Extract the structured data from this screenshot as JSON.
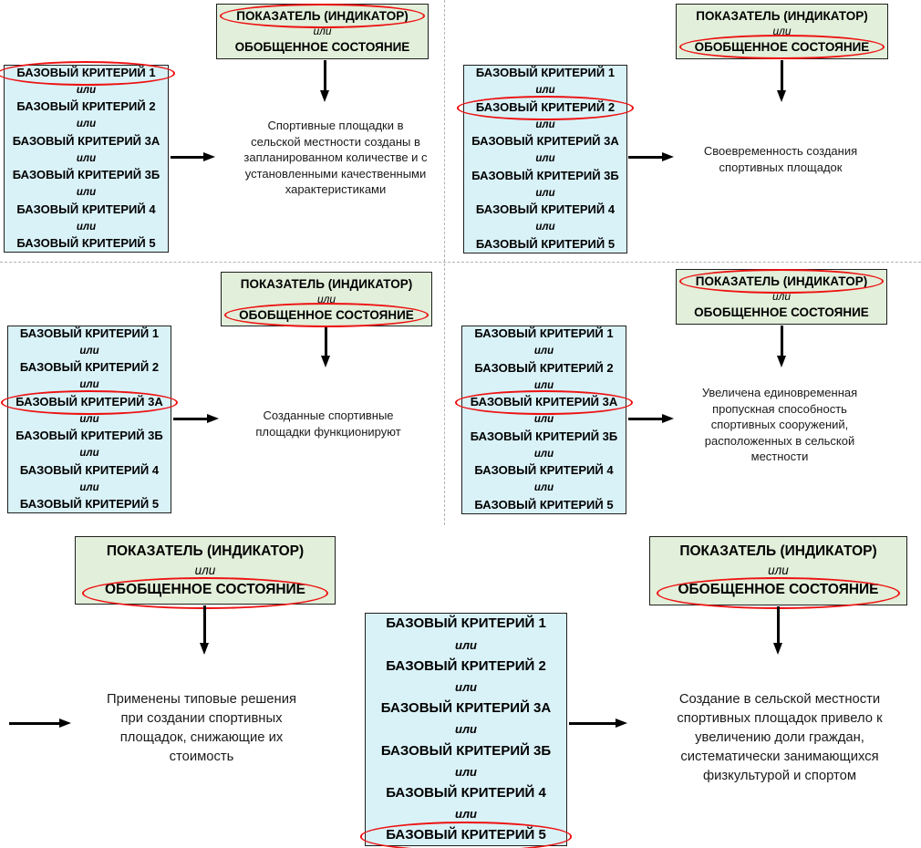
{
  "shared": {
    "or_label": "или",
    "header_box": {
      "indicator": "ПОКАЗАТЕЛЬ (ИНДИКАТОР)",
      "generalized_state": "ОБОБЩЕННОЕ СОСТОЯНИЕ"
    },
    "criteria": [
      "БАЗОВЫЙ КРИТЕРИЙ 1",
      "БАЗОВЫЙ КРИТЕРИЙ 2",
      "БАЗОВЫЙ КРИТЕРИЙ 3А",
      "БАЗОВЫЙ КРИТЕРИЙ 3Б",
      "БАЗОВЫЙ КРИТЕРИЙ 4",
      "БАЗОВЫЙ КРИТЕРИЙ 5"
    ]
  },
  "panels": {
    "top_left": {
      "circled_header": "ПОКАЗАТЕЛЬ (ИНДИКАТОР)",
      "circled_criterion": "БАЗОВЫЙ КРИТЕРИЙ 1",
      "result_lines": [
        "Спортивные площадки в",
        "сельской местности созданы в",
        "запланированном количестве и с",
        "установленными качественными",
        "характеристиками"
      ]
    },
    "top_right": {
      "circled_header": "ОБОБЩЕННОЕ СОСТОЯНИЕ",
      "circled_criterion": "БАЗОВЫЙ КРИТЕРИЙ 2",
      "result_lines": [
        "Своевременность создания",
        "спортивных площадок"
      ]
    },
    "middle_left": {
      "circled_header": "ОБОБЩЕННОЕ СОСТОЯНИЕ",
      "circled_criterion": "БАЗОВЫЙ КРИТЕРИЙ 3А",
      "result_lines": [
        "Созданные спортивные",
        "площадки функционируют"
      ]
    },
    "middle_right": {
      "circled_header": "ПОКАЗАТЕЛЬ (ИНДИКАТОР)",
      "circled_criterion": "БАЗОВЫЙ КРИТЕРИЙ 3А",
      "result_lines": [
        "Увеличена единовременная",
        "пропускная способность",
        "спортивных сооружений,",
        "расположенных в сельской",
        "местности"
      ]
    },
    "bottom_left": {
      "circled_header": "ОБОБЩЕННОЕ СОСТОЯНИЕ",
      "result_lines": [
        "Применены типовые решения",
        "при создании спортивных",
        "площадок, снижающие их",
        "стоимость"
      ]
    },
    "bottom_right": {
      "circled_header": "ОБОБЩЕННОЕ СОСТОЯНИЕ",
      "circled_criterion": "БАЗОВЫЙ КРИТЕРИЙ 5",
      "result_lines": [
        "Создание в сельской местности",
        "спортивных площадок привело к",
        "увеличению доли граждан,",
        "систематически занимающихся",
        "физкультурой и спортом"
      ]
    }
  },
  "colors": {
    "header_box_bg": "#e2efda",
    "criteria_box_bg": "#d9f2f8",
    "box_border": "#1f1f1f",
    "highlight_ellipse": "#ee1111",
    "arrow": "#000000",
    "divider": "#b3b3b3"
  }
}
